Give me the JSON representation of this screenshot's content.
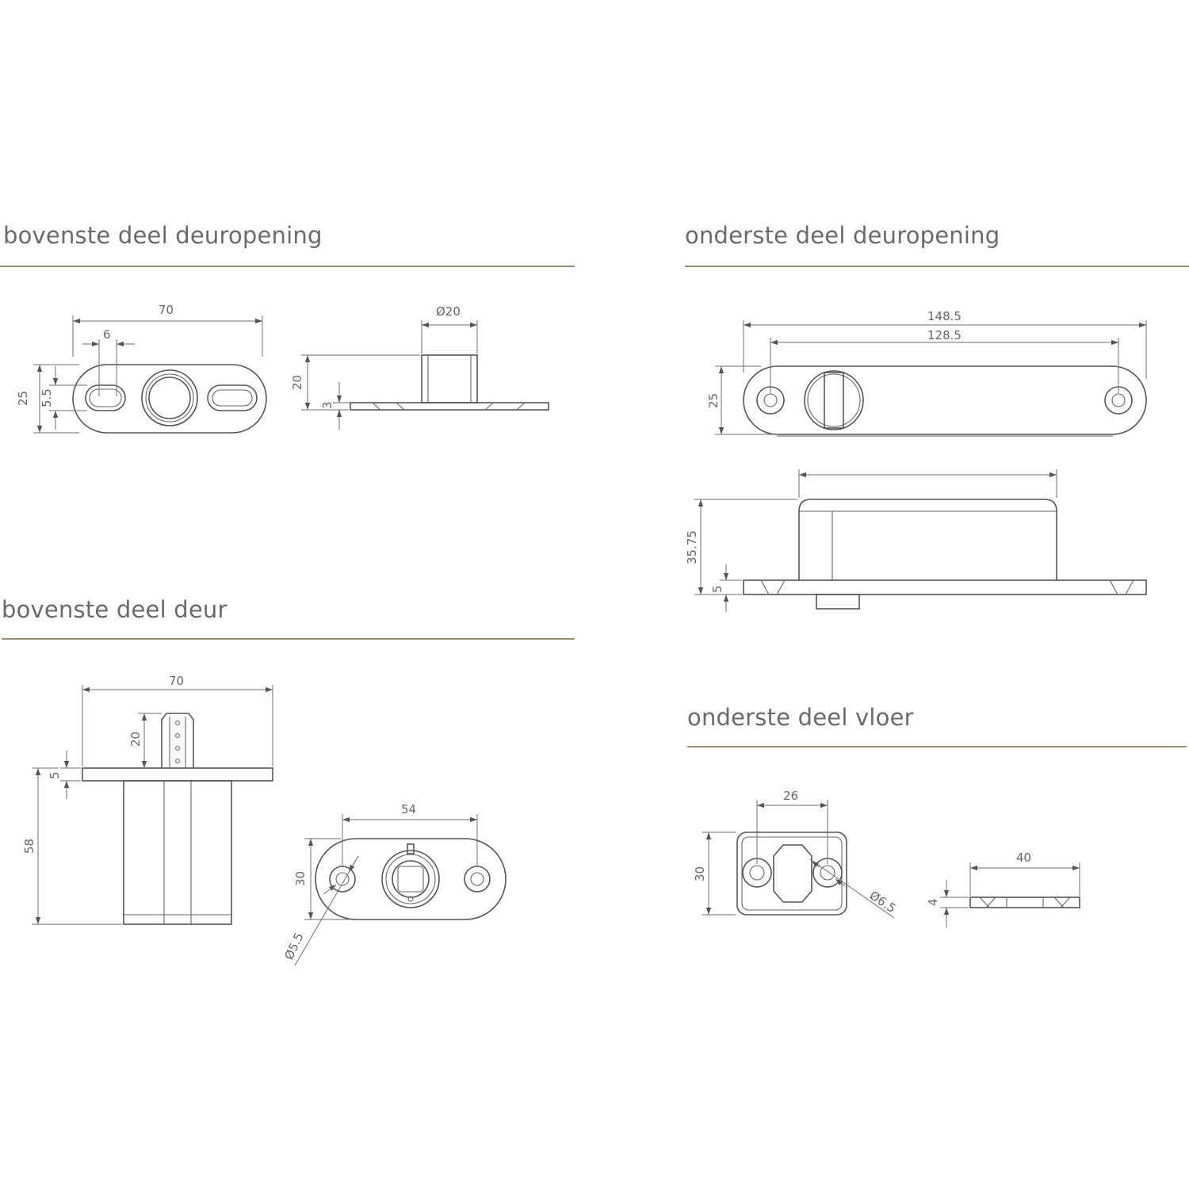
{
  "sections": {
    "top_opening": {
      "title": "bovenste deel deuropening"
    },
    "bottom_opening": {
      "title": "onderste deel deuropening"
    },
    "top_door": {
      "title": "bovenste deel deur"
    },
    "bottom_floor": {
      "title": "onderste deel vloer"
    }
  },
  "dimensions": {
    "top_opening": {
      "width": "70",
      "slot": "6",
      "height": "25",
      "slot_h": "5.5",
      "boss_dia": "Ø20",
      "boss_h": "20",
      "plate_t": "3"
    },
    "bottom_opening": {
      "overall": "148.5",
      "holes": "128.5",
      "height": "25",
      "side_h": "35.75",
      "plate_t": "5"
    },
    "top_door": {
      "width": "70",
      "pin_h": "20",
      "plate_t": "5",
      "body_h": "58",
      "holes": "54",
      "plate_h": "30",
      "hole_dia": "Ø5.5"
    },
    "bottom_floor": {
      "holes": "26",
      "height": "30",
      "hole_dia": "Ø6.5",
      "width": "40",
      "thickness": "4"
    }
  },
  "colors": {
    "rule": "#9b9075",
    "line": "#555555",
    "text": "#6a6a6a"
  }
}
